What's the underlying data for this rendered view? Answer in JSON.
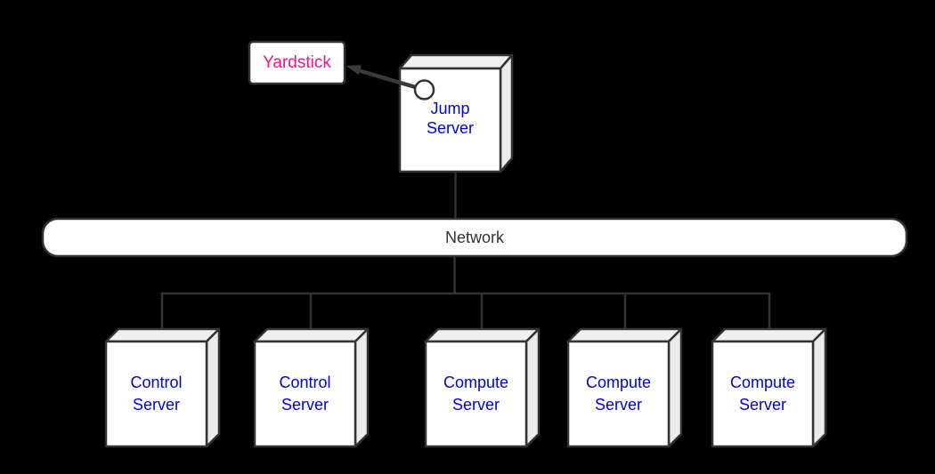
{
  "diagram": {
    "type": "network-architecture",
    "background_color": "#000000",
    "nodes": {
      "yardstick": {
        "label": "Yardstick"
      },
      "jump_server": {
        "line1": "Jump",
        "line2": "Server"
      },
      "network": {
        "label": "Network"
      },
      "servers": [
        {
          "id": "control-server-1",
          "line1": "Control",
          "line2": "Server"
        },
        {
          "id": "control-server-2",
          "line1": "Control",
          "line2": "Server"
        },
        {
          "id": "compute-server-1",
          "line1": "Compute",
          "line2": "Server"
        },
        {
          "id": "compute-server-2",
          "line1": "Compute",
          "line2": "Server"
        },
        {
          "id": "compute-server-3",
          "line1": "Compute",
          "line2": "Server"
        }
      ]
    },
    "edges": [
      {
        "from": "jump-server-port",
        "to": "yardstick",
        "style": "thick-arrow"
      },
      {
        "from": "jump-server",
        "to": "network",
        "style": "line"
      },
      {
        "from": "network",
        "to": "control-server-1",
        "style": "line"
      },
      {
        "from": "network",
        "to": "control-server-2",
        "style": "line"
      },
      {
        "from": "network",
        "to": "compute-server-1",
        "style": "line"
      },
      {
        "from": "network",
        "to": "compute-server-2",
        "style": "line"
      },
      {
        "from": "network",
        "to": "compute-server-3",
        "style": "line"
      }
    ],
    "colors": {
      "node_fill": "#ffffff",
      "node_top_fill": "#f0f0f0",
      "node_side_fill": "#ebebeb",
      "stroke": "#333333",
      "server_text": "#0000dd",
      "yardstick_text": "#ef148c",
      "network_text": "#333333"
    }
  }
}
